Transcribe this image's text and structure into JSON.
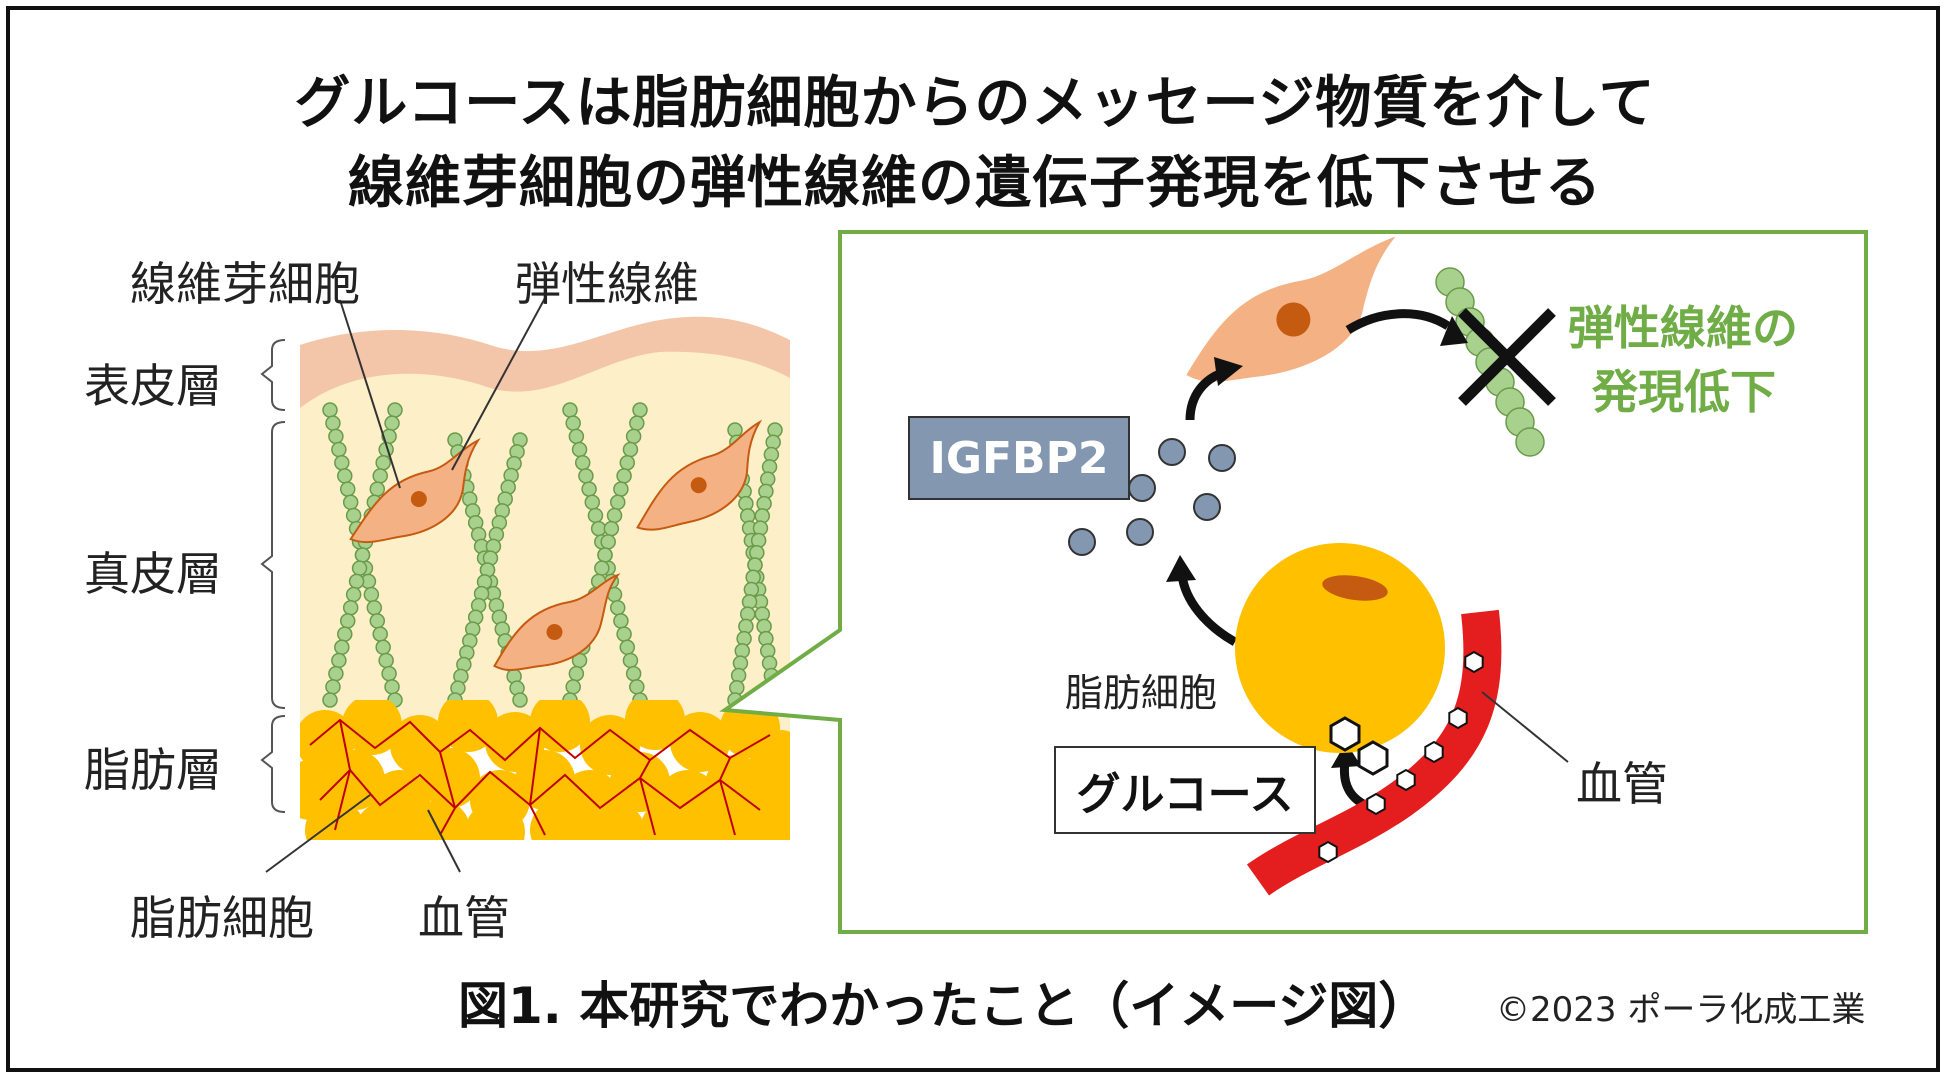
{
  "title": {
    "line1": "グルコースは脂肪細胞からのメッセージ物質を介して",
    "line2": "線維芽細胞の弾性線維の遺伝子発現を低下させる"
  },
  "skin_diagram": {
    "label_fibroblast": "線維芽細胞",
    "label_elastic_fiber": "弾性線維",
    "layer_epidermis": "表皮層",
    "layer_dermis": "真皮層",
    "layer_fat": "脂肪層",
    "label_fat_cell": "脂肪細胞",
    "label_blood_vessel": "血管"
  },
  "detail_panel": {
    "igfbp2": "IGFBP2",
    "result_line1": "弾性線維の",
    "result_line2": "発現低下",
    "fat_cell": "脂肪細胞",
    "glucose": "グルコース",
    "blood_vessel": "血管"
  },
  "caption": "図1. 本研究でわかったこと（イメージ図）",
  "copyright": "©2023 ポーラ化成工業",
  "colors": {
    "epidermis": "#f3c6aa",
    "dermis": "#fdf0c8",
    "fat": "#ffc000",
    "fiber": "#a9d18e",
    "fibroblast": "#f4b183",
    "nucleus": "#c55a11",
    "vessel": "#e41e1e",
    "panel_border": "#70ad47",
    "result_text": "#70ad47",
    "igfbp2_box": "#8497b0",
    "igfbp2_dot": "#8497b0"
  }
}
